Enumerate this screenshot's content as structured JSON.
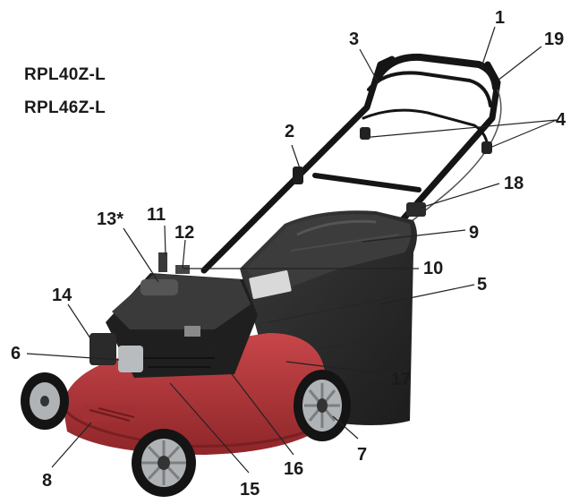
{
  "models": [
    "RPL40Z-L",
    "RPL46Z-L"
  ],
  "callouts": [
    "1",
    "2",
    "3",
    "4",
    "5",
    "6",
    "7",
    "8",
    "9",
    "10",
    "11",
    "12",
    "13*",
    "14",
    "15",
    "16",
    "17",
    "18",
    "19"
  ],
  "colors": {
    "deck": "#b8373a",
    "deck_dark": "#7a1f22",
    "engine": "#1f1f1f",
    "engine_top": "#3a3a3a",
    "grass_bag": "#2b2b2b",
    "bag_top": "#3c3c3c",
    "handle": "#151515",
    "wheel_rim": "#b0b3b6",
    "tyre": "#141414",
    "leader": "#222222"
  }
}
